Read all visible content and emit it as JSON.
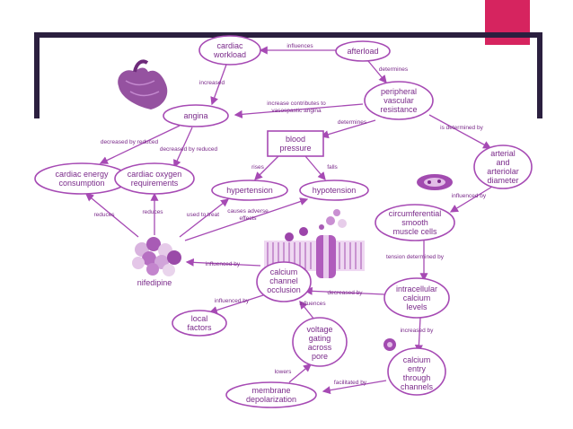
{
  "nodes": {
    "cardiac_workload": [
      "cardiac",
      "workload"
    ],
    "afterload": [
      "afterload"
    ],
    "angina": [
      "angina"
    ],
    "peripheral": [
      "peripheral",
      "vascular",
      "resistance"
    ],
    "blood_pressure": [
      "blood",
      "pressure"
    ],
    "cardiac_energy": [
      "cardiac energy",
      "consumption"
    ],
    "cardiac_oxygen": [
      "cardiac oxygen",
      "requirements"
    ],
    "hypertension": [
      "hypertension"
    ],
    "hypotension": [
      "hypotension"
    ],
    "arterial": [
      "arterial",
      "and",
      "arteriolar",
      "diameter"
    ],
    "circumferential": [
      "circumferential",
      "smooth",
      "muscle cells"
    ],
    "nifedipine": [
      "nifedipine"
    ],
    "calcium_channel": [
      "calcium",
      "channel",
      "occlusion"
    ],
    "intracellular": [
      "intracellular",
      "calcium",
      "levels"
    ],
    "local_factors": [
      "local",
      "factors"
    ],
    "voltage": [
      "voltage",
      "gating",
      "across",
      "pore"
    ],
    "calcium_entry": [
      "calcium",
      "entry",
      "through",
      "channels"
    ],
    "membrane": [
      "membrane",
      "depolarization"
    ]
  },
  "edges": {
    "influences_top": "influences",
    "increased": "increased",
    "determines_pvr": "determines",
    "increase_contributes": [
      "increase contributes to",
      "vasospastic angina"
    ],
    "determines_bp": "determines",
    "is_determined_by": "is determined by",
    "decreased_by_reduced_1": "decreased by reduced",
    "decreased_by_reduced_2": "decreased by reduced",
    "rises": "rises",
    "falls": "falls",
    "influenced_by_arterial": "influenced by",
    "reduces_1": "reduces",
    "reduces_2": "reduces",
    "used_to_treat": "used to treat",
    "causes_adverse": [
      "causes adverse",
      "effects"
    ],
    "tension_determined_by": "tension determined by",
    "influenced_by_nif": "influenced by",
    "decreased_by": "decreased by",
    "influenced_by_local": "influenced by",
    "influences_voltage": "influences",
    "increased_by": "increased by",
    "lowers": "lowers",
    "facilitated_by": "facilitated by"
  },
  "colors": {
    "accent": "#d6245f",
    "frame": "#2b1f3f",
    "node_stroke": "#a64ab4",
    "text": "#7a2a8a"
  },
  "icons": [
    "heart-icon",
    "pill-cluster-icon",
    "membrane-channel-icon",
    "cell-icon",
    "small-cell-icon",
    "ion-dots-icon"
  ]
}
